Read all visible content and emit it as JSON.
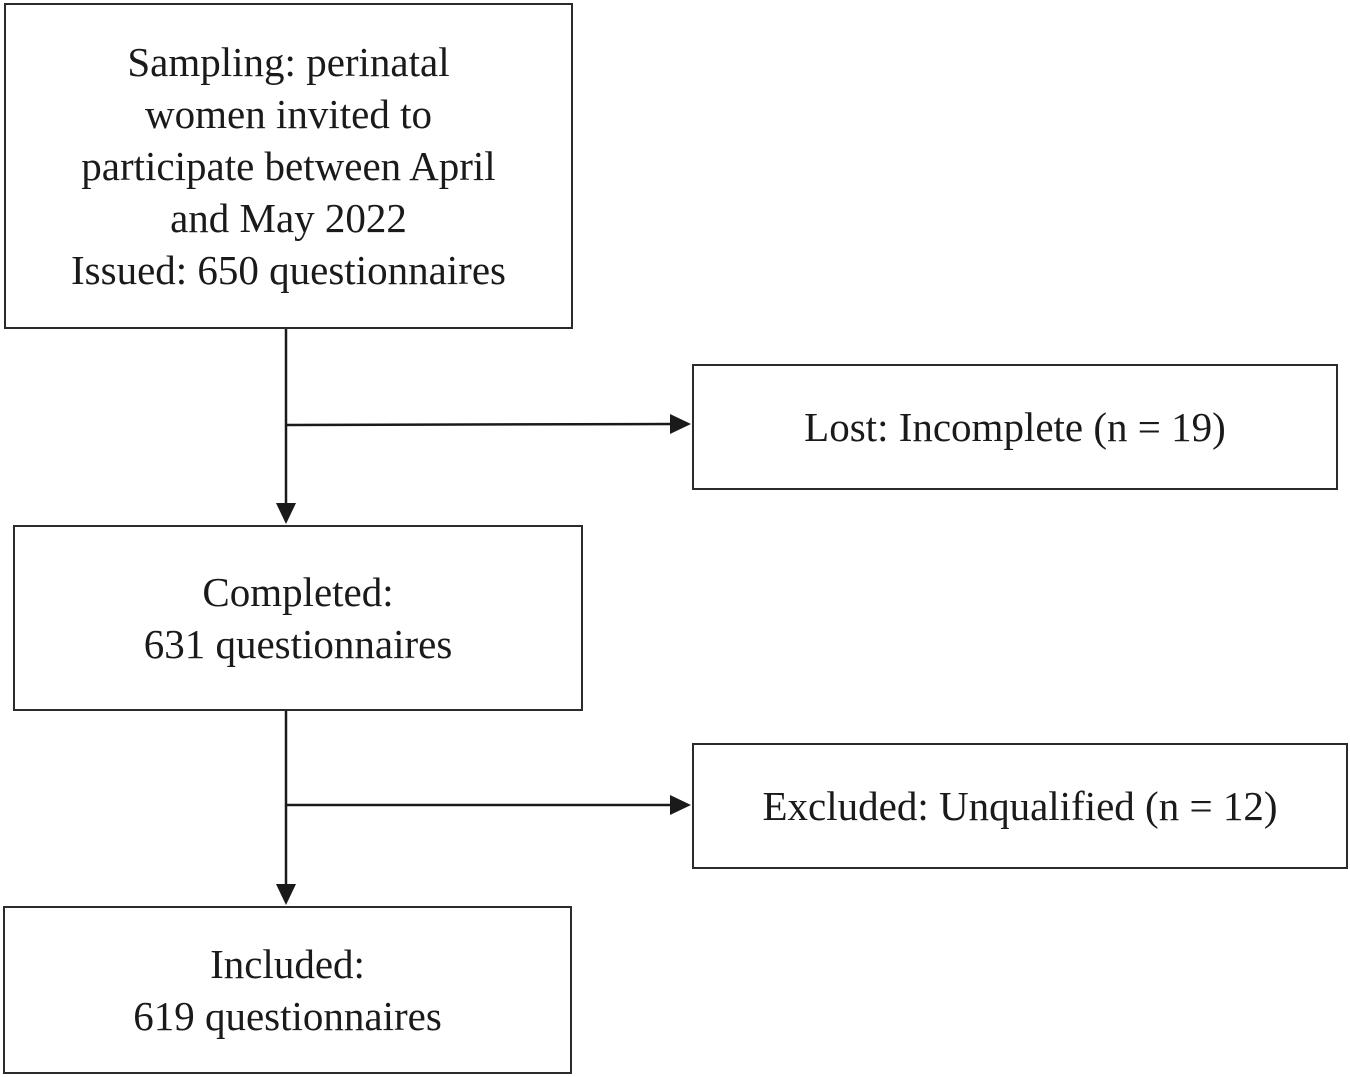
{
  "flowchart": {
    "sampling": {
      "lines": [
        "Sampling: perinatal",
        "women invited to",
        "participate between April",
        "and May 2022",
        "Issued: 650 questionnaires"
      ]
    },
    "lost": {
      "text": "Lost: Incomplete (n = 19)"
    },
    "completed": {
      "lines": [
        "Completed:",
        "631 questionnaires"
      ]
    },
    "excluded": {
      "text": "Excluded: Unqualified (n = 12)"
    },
    "included": {
      "lines": [
        "Included:",
        "619 questionnaires"
      ]
    }
  },
  "colors": {
    "line": "#1a1a1a",
    "border": "#2b2b2b",
    "background": "#ffffff"
  }
}
